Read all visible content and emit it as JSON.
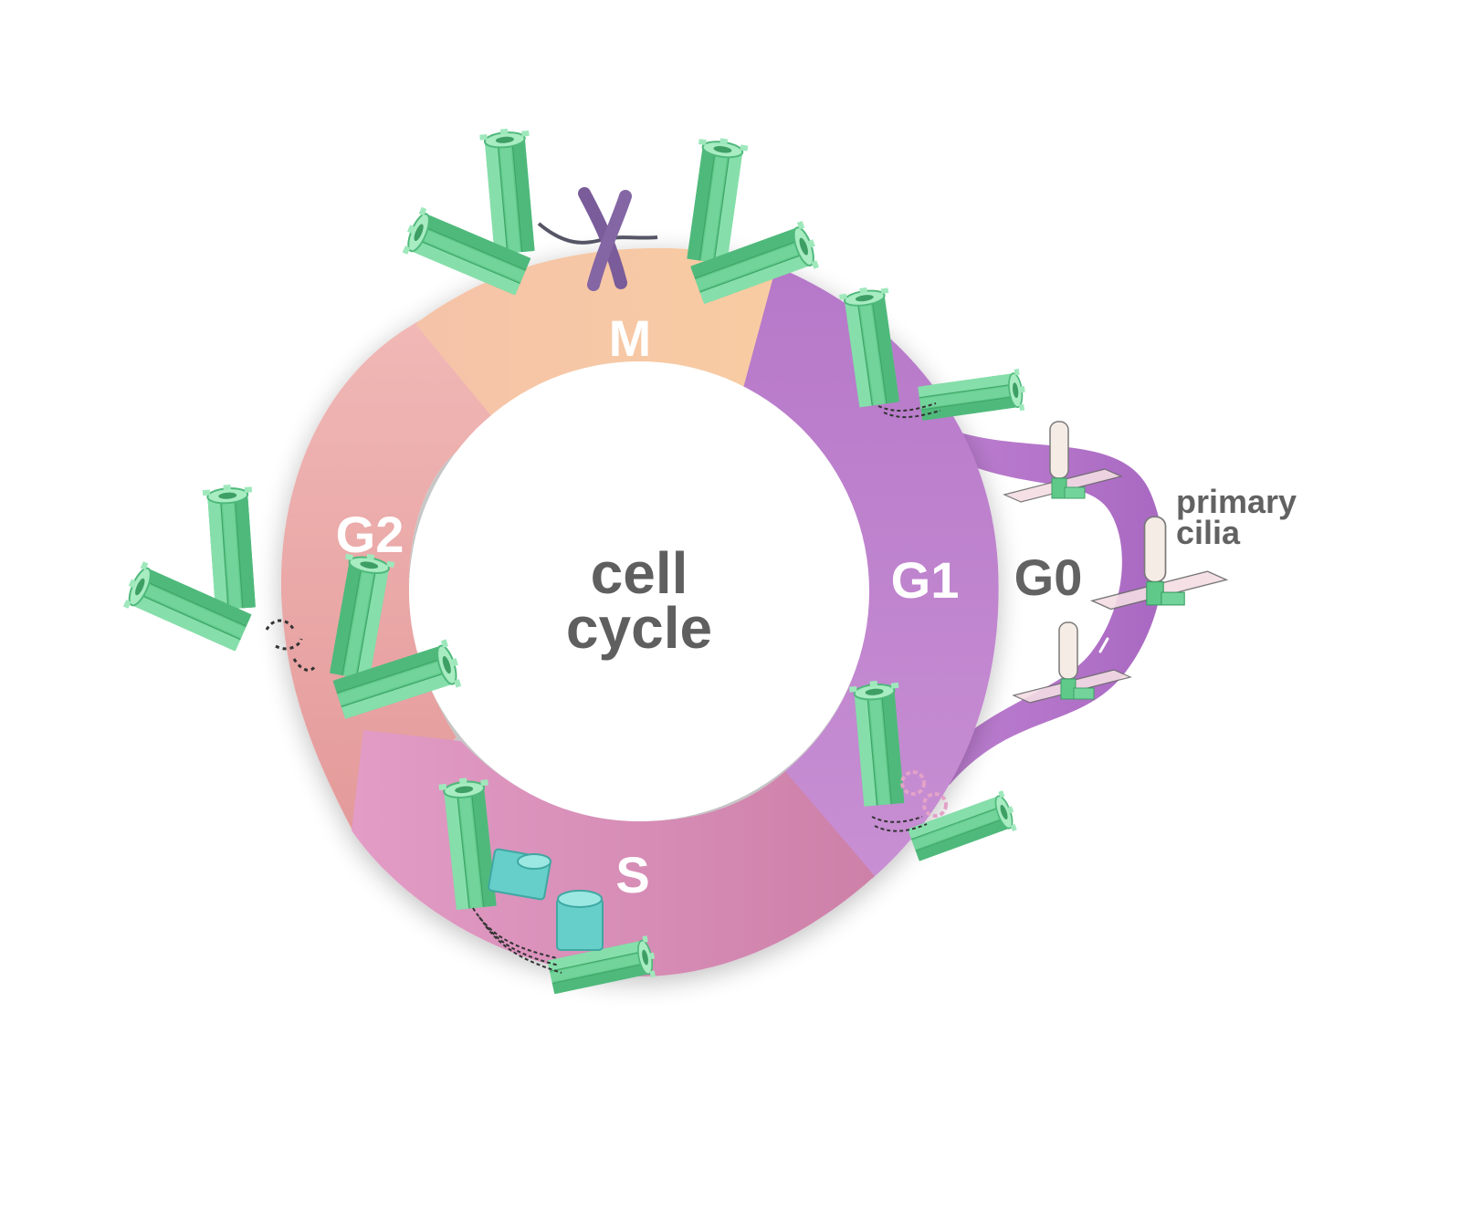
{
  "center": {
    "line1": "cell",
    "line2": "cycle"
  },
  "phases": [
    {
      "id": "M",
      "label": "M",
      "color": "#f7c8a3"
    },
    {
      "id": "G1",
      "label": "G1",
      "color": "#c488cf"
    },
    {
      "id": "S",
      "label": "S",
      "color": "#d990b6"
    },
    {
      "id": "G2",
      "label": "G2",
      "color": "#eeb0b0"
    }
  ],
  "g0": {
    "label": "G0",
    "color": "#a65fc0"
  },
  "cilia": {
    "line1": "primary",
    "line2": "cilia"
  },
  "colors": {
    "centriole": "#78d79e",
    "centriole_dark": "#4dbd78",
    "procentriole": "#6fd3cf",
    "chromosome": "#7a5c9a",
    "text_dark": "#5f5f5f"
  },
  "icons": [
    "centriole-pair-icon",
    "procentriole-icon",
    "chromosome-icon",
    "primary-cilium-icon"
  ]
}
